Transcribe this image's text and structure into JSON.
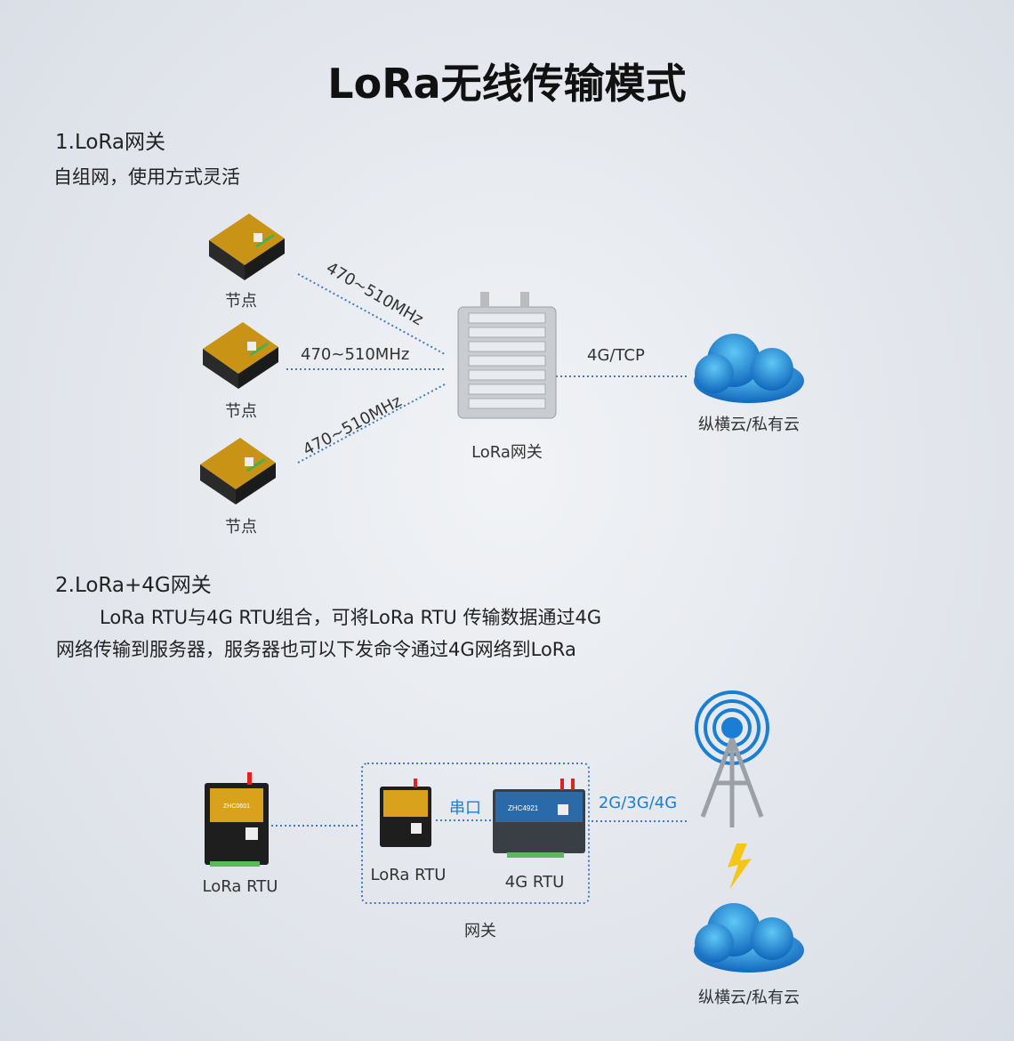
{
  "title": "LoRa无线传输模式",
  "section1": {
    "heading": "1.LoRa网关",
    "subtitle": "自组网，使用方式灵活",
    "nodes": [
      {
        "label": "节点"
      },
      {
        "label": "节点"
      },
      {
        "label": "节点"
      }
    ],
    "links": [
      "470~510MHz",
      "470~510MHz",
      "470~510MHz"
    ],
    "gateway_label": "LoRa网关",
    "uplink_label": "4G/TCP",
    "cloud_label": "纵横云/私有云"
  },
  "section2": {
    "heading": "2.LoRa+4G网关",
    "paragraph_line1": "LoRa RTU与4G RTU组合，可将LoRa RTU 传输数据通过4G",
    "paragraph_line2": "网络传输到服务器，服务器也可以下发命令通过4G网络到LoRa",
    "lora_rtu_label": "LoRa RTU",
    "inner_lora_rtu_label": "LoRa RTU",
    "serial_label": "串口",
    "rtu4g_label": "4G RTU",
    "gateway_box_label": "网关",
    "network_label": "2G/3G/4G",
    "cloud_label": "纵横云/私有云",
    "device_models": {
      "lora": "ZHC0601",
      "rtu4g": "ZHC4921"
    }
  },
  "colors": {
    "accent_blue": "#1a7fd4",
    "device_gold": "#d9a21c",
    "device_blue": "#2a6aa8",
    "line": "#3a7cc8"
  }
}
